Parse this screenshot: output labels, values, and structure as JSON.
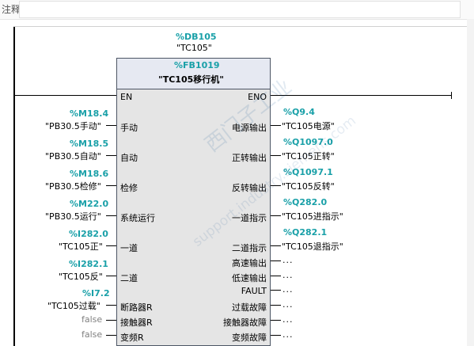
{
  "comment": {
    "label": "注释"
  },
  "instance": {
    "db_addr": "%DB105",
    "db_name": "\"TC105\""
  },
  "block": {
    "fb_addr": "%FB1019",
    "fb_name": "\"TC105移行机\""
  },
  "en_pin": "EN",
  "eno_pin": "ENO",
  "inputs": [
    {
      "addr": "%M18.4",
      "name": "\"PB30.5手动\"",
      "pin": "手动"
    },
    {
      "addr": "%M18.5",
      "name": "\"PB30.5自动\"",
      "pin": "自动"
    },
    {
      "addr": "%M18.6",
      "name": "\"PB30.5检修\"",
      "pin": "检修"
    },
    {
      "addr": "%M22.0",
      "name": "\"PB30.5运行\"",
      "pin": "系统运行"
    },
    {
      "addr": "%I282.0",
      "name": "\"TC105正\"",
      "pin": "一道"
    },
    {
      "addr": "%I282.1",
      "name": "\"TC105反\"",
      "pin": "二道"
    },
    {
      "addr": "%I7.2",
      "name": "\"TC105过载\"",
      "pin": "断路器R"
    },
    {
      "value": "false",
      "pin": "接触器R"
    },
    {
      "value": "false",
      "pin": "变频R"
    }
  ],
  "outputs": [
    {
      "addr": "%Q9.4",
      "name": "\"TC105电源\"",
      "pin": "电源输出"
    },
    {
      "addr": "%Q1097.0",
      "name": "\"TC105正转\"",
      "pin": "正转输出"
    },
    {
      "addr": "%Q1097.1",
      "name": "\"TC105反转\"",
      "pin": "反转输出"
    },
    {
      "addr": "%Q282.0",
      "name": "\"TC105进指示\"",
      "pin": "一道指示"
    },
    {
      "addr": "%Q282.1",
      "name": "\"TC105退指示\"",
      "pin": "二道指示"
    },
    {
      "pin": "高速输出",
      "placeholder": "..."
    },
    {
      "pin": "低速输出",
      "placeholder": "..."
    },
    {
      "pin": "FAULT",
      "placeholder": "..."
    },
    {
      "pin": "过载故障",
      "placeholder": "..."
    },
    {
      "pin": "接触器故障",
      "placeholder": "..."
    },
    {
      "pin": "变频故障",
      "placeholder": "..."
    }
  ],
  "watermark": {
    "line1": "西门子工业",
    "line2": "support.industry.siemens.com"
  }
}
